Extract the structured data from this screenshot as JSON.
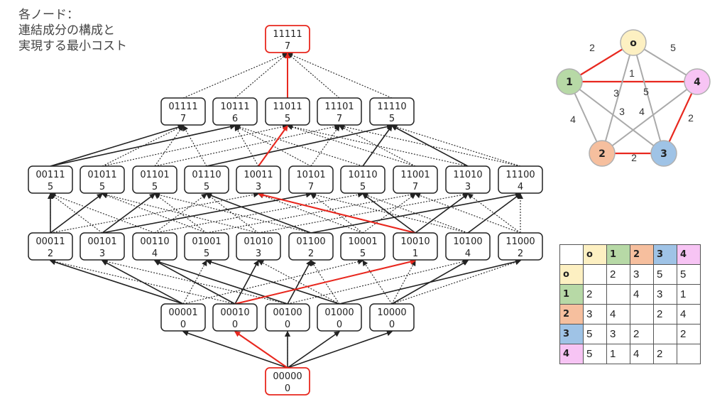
{
  "caption": [
    "各ノード：",
    "連結成分の構成と",
    "実現する最小コスト"
  ],
  "lattice": {
    "rows": [
      [
        {
          "code": "00000",
          "cost": "0",
          "highlight": true
        }
      ],
      [
        {
          "code": "00001",
          "cost": "0"
        },
        {
          "code": "00010",
          "cost": "0"
        },
        {
          "code": "00100",
          "cost": "0"
        },
        {
          "code": "01000",
          "cost": "0"
        },
        {
          "code": "10000",
          "cost": "0"
        }
      ],
      [
        {
          "code": "00011",
          "cost": "2"
        },
        {
          "code": "00101",
          "cost": "3"
        },
        {
          "code": "00110",
          "cost": "4"
        },
        {
          "code": "01001",
          "cost": "5"
        },
        {
          "code": "01010",
          "cost": "3"
        },
        {
          "code": "01100",
          "cost": "2"
        },
        {
          "code": "10001",
          "cost": "5"
        },
        {
          "code": "10010",
          "cost": "1"
        },
        {
          "code": "10100",
          "cost": "4"
        },
        {
          "code": "11000",
          "cost": "2"
        }
      ],
      [
        {
          "code": "00111",
          "cost": "5"
        },
        {
          "code": "01011",
          "cost": "5"
        },
        {
          "code": "01101",
          "cost": "5"
        },
        {
          "code": "01110",
          "cost": "5"
        },
        {
          "code": "10011",
          "cost": "3"
        },
        {
          "code": "10101",
          "cost": "7"
        },
        {
          "code": "10110",
          "cost": "5"
        },
        {
          "code": "11001",
          "cost": "7"
        },
        {
          "code": "11010",
          "cost": "3"
        },
        {
          "code": "11100",
          "cost": "4"
        }
      ],
      [
        {
          "code": "01111",
          "cost": "7"
        },
        {
          "code": "10111",
          "cost": "6"
        },
        {
          "code": "11011",
          "cost": "5"
        },
        {
          "code": "11101",
          "cost": "7"
        },
        {
          "code": "11110",
          "cost": "5"
        }
      ],
      [
        {
          "code": "11111",
          "cost": "7",
          "highlight": true
        }
      ]
    ],
    "optimal_path": [
      "00000",
      "00010",
      "10010",
      "10011",
      "11011",
      "11111"
    ]
  },
  "graph": {
    "nodes": [
      {
        "id": "0",
        "label": "o",
        "color": "#fdf0c2"
      },
      {
        "id": "1",
        "label": "1",
        "color": "#b7d9a6"
      },
      {
        "id": "2",
        "label": "2",
        "color": "#f6bf9e"
      },
      {
        "id": "3",
        "label": "3",
        "color": "#9fc3e6"
      },
      {
        "id": "4",
        "label": "4",
        "color": "#f7c4f4"
      }
    ],
    "edges": [
      {
        "a": "0",
        "b": "1",
        "w": "2",
        "red": true
      },
      {
        "a": "0",
        "b": "4",
        "w": "5"
      },
      {
        "a": "1",
        "b": "4",
        "w": "1",
        "red": true
      },
      {
        "a": "0",
        "b": "2",
        "w": "3"
      },
      {
        "a": "0",
        "b": "3",
        "w": "5"
      },
      {
        "a": "1",
        "b": "3",
        "w": "3"
      },
      {
        "a": "2",
        "b": "4",
        "w": "4"
      },
      {
        "a": "1",
        "b": "2",
        "w": "4"
      },
      {
        "a": "4",
        "b": "3",
        "w": "2",
        "red": true
      },
      {
        "a": "2",
        "b": "3",
        "w": "2",
        "red": true
      }
    ]
  },
  "table": {
    "headers": [
      "o",
      "1",
      "2",
      "3",
      "4"
    ],
    "header_colors": [
      "#fdf0c2",
      "#b7d9a6",
      "#f6bf9e",
      "#9fc3e6",
      "#f7c4f4"
    ],
    "rows": [
      [
        "",
        "2",
        "3",
        "5",
        "5"
      ],
      [
        "2",
        "",
        "4",
        "3",
        "1"
      ],
      [
        "3",
        "4",
        "",
        "2",
        "4"
      ],
      [
        "5",
        "3",
        "2",
        "",
        "2"
      ],
      [
        "5",
        "1",
        "4",
        "2",
        ""
      ]
    ]
  },
  "colors": {
    "red": "#e8281f",
    "edge": "#222222",
    "graph_edge": "#aaaaaa"
  }
}
